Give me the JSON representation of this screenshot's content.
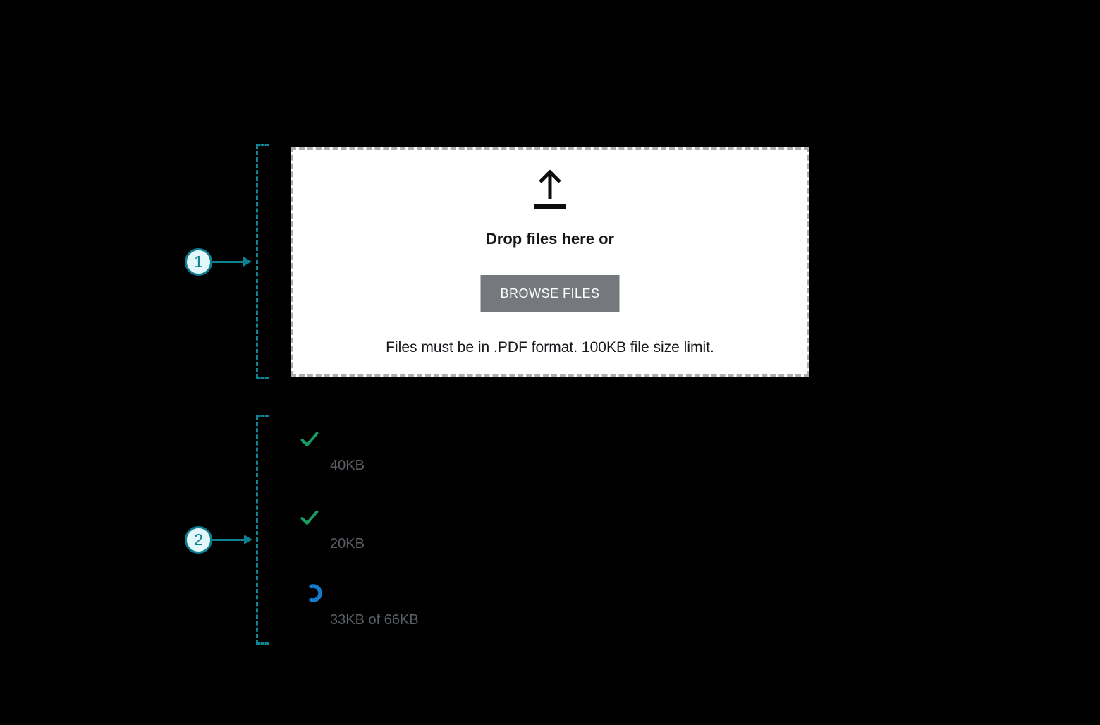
{
  "callouts": [
    {
      "number": "1"
    },
    {
      "number": "2"
    }
  ],
  "dropzone": {
    "title": "Drop files here or",
    "button_label": "BROWSE FILES",
    "note": "Files must be in .PDF format. 100KB file size limit."
  },
  "files": [
    {
      "status": "complete",
      "size_label": "40KB"
    },
    {
      "status": "complete",
      "size_label": "20KB"
    },
    {
      "status": "uploading",
      "size_label": "33KB of 66KB"
    }
  ],
  "colors": {
    "accent_teal": "#0e7f90",
    "success_green": "#189c63",
    "progress_blue": "#137ccd",
    "muted_text_gray": "#5a5f64",
    "button_gray": "#75787c",
    "dropzone_border_gray": "#adadad",
    "background": "#000000"
  }
}
